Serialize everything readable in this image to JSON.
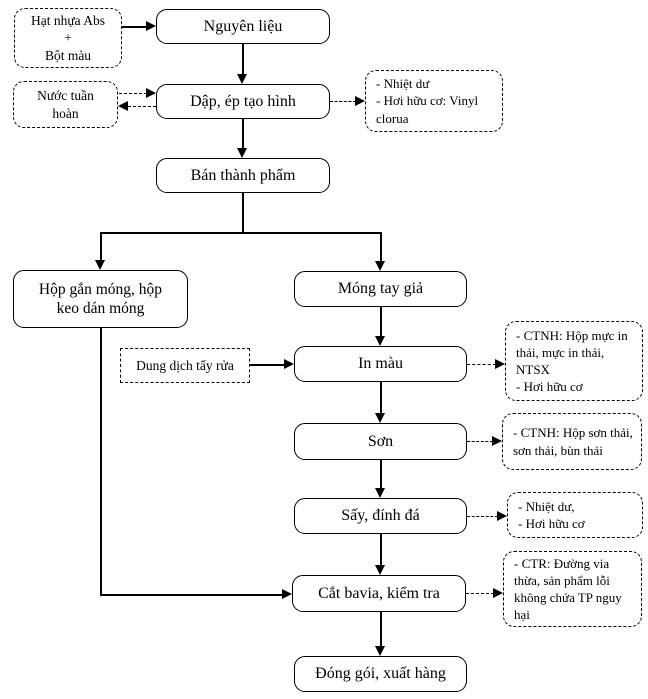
{
  "flowchart": {
    "title": "Production process flow diagram (nail products)",
    "inputs": {
      "hat_nhua_abs": "Hạt nhựa Abs\n+\nBột màu",
      "nuoc_tuan_hoan": "Nước tuần\nhoàn",
      "dung_dich_tay_rua": "Dung dịch tẩy rửa"
    },
    "process": {
      "nguyen_lieu": "Nguyên liệu",
      "dap_ep_tao_hinh": "Dập, ép tạo hình",
      "ban_thanh_pham": "Bán thành phẩm",
      "hop_gan_mong": "Hộp gắn móng, hộp\nkeo dán móng",
      "mong_tay_gia": "Móng tay giả",
      "in_mau": "In màu",
      "son": "Sơn",
      "say_dinh_da": "Sấy, đính đá",
      "cat_bavia_kiem_tra": "Cắt bavia, kiểm tra",
      "dong_goi_xuat_hang": "Đóng gói, xuất hàng"
    },
    "emissions": {
      "nhiet_du_vinyl": "- Nhiệt dư\n- Hơi hữu cơ: Vinyl clorua",
      "ctnh_in_mau": "- CTNH: Hộp mực in thải, mực in thải, NTSX\n- Hơi hữu cơ",
      "ctnh_son": "- CTNH: Hộp sơn thải, sơn thải, bùn thải",
      "nhiet_du_hoi_huu_co": "- Nhiệt dư,\n- Hơi hữu cơ",
      "ctr_cat_bavia": "- CTR: Đường via thừa, sản phẩm lỗi không chứa TP nguy hại"
    },
    "colors": {
      "line": "#000000",
      "background": "#ffffff"
    }
  }
}
